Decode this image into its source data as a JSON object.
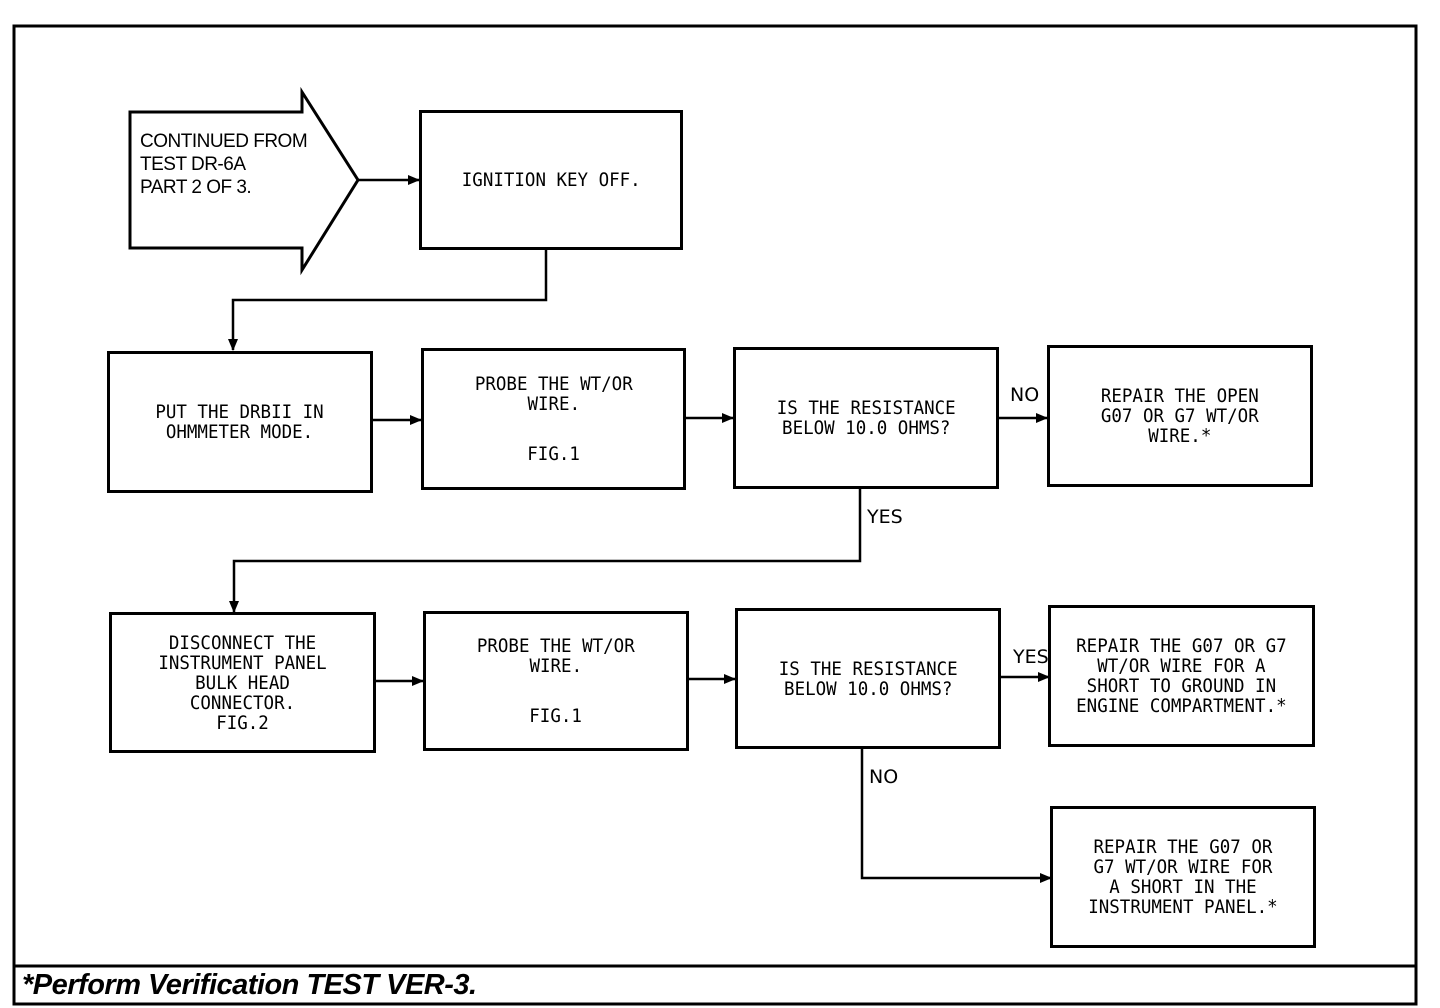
{
  "start": {
    "text": "CONTINUED FROM\nTEST DR-6A\nPART 2 OF 3."
  },
  "boxes": {
    "ignition": "IGNITION KEY OFF.",
    "ohmmeter": "PUT THE DRBII IN\nOHMMETER MODE.",
    "probe1": {
      "text": "PROBE THE WT/OR\nWIRE.",
      "fig": "FIG.1"
    },
    "resistance1": "IS THE RESISTANCE\nBELOW 10.0 OHMS?",
    "repair_open": "REPAIR THE OPEN\nG07 OR G7 WT/OR\nWIRE.*",
    "disconnect": "DISCONNECT THE\nINSTRUMENT PANEL\nBULK HEAD\nCONNECTOR.\nFIG.2",
    "probe2": {
      "text": "PROBE THE WT/OR\nWIRE.",
      "fig": "FIG.1"
    },
    "resistance2": "IS THE RESISTANCE\nBELOW 10.0 OHMS?",
    "repair_engine": "REPAIR THE G07 OR G7\nWT/OR WIRE FOR A\nSHORT TO GROUND IN\nENGINE COMPARTMENT.*",
    "repair_panel": "REPAIR THE G07 OR\nG7 WT/OR WIRE FOR\nA SHORT IN THE\nINSTRUMENT PANEL.*"
  },
  "labels": {
    "no1": "NO",
    "yes1": "YES",
    "yes2": "YES",
    "no2": "NO"
  },
  "footer": "*Perform Verification TEST VER-3."
}
